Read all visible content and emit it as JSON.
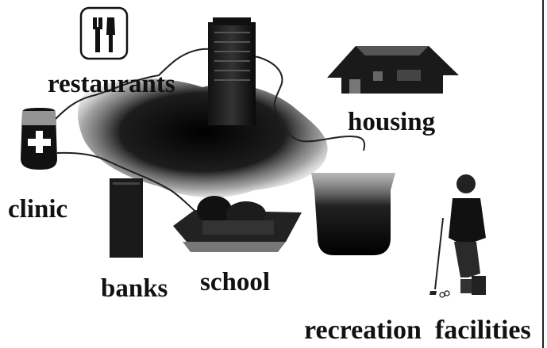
{
  "labels": {
    "restaurants": "restaurants",
    "housing": "housing",
    "clinic": "clinic",
    "banks": "banks",
    "school": "school",
    "recreation": "recreation  facilities"
  },
  "icons": {
    "restaurant": "fork-and-knife-icon",
    "clinic": "medical-cross-icon",
    "office": "office-tower-icon",
    "house": "house-icon",
    "bank": "bank-building-icon",
    "school": "school-campus-icon",
    "recreation": "pool-icon",
    "golfer": "golfer-icon"
  },
  "colors": {
    "ink": "#111111",
    "background": "#ffffff"
  }
}
